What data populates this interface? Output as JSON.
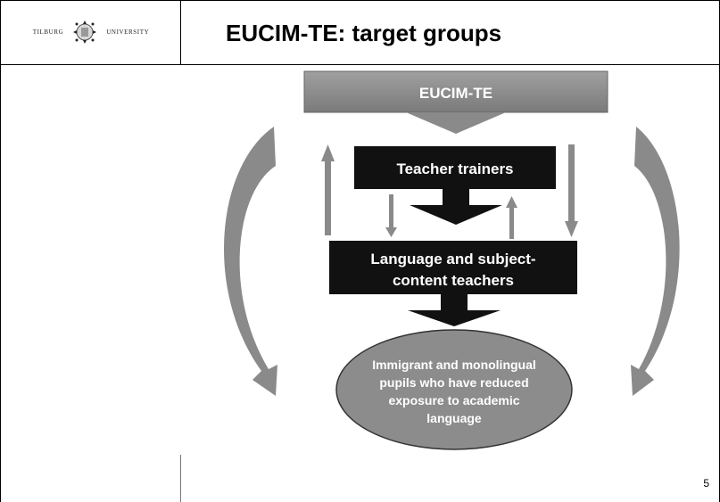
{
  "logo": {
    "left_text": "TILBURG",
    "right_text": "UNIVERSITY"
  },
  "slide": {
    "title": "EUCIM-TE: target groups",
    "page_number": "5"
  },
  "diagram": {
    "top_box": "EUCIM-TE",
    "middle_box": "Teacher trainers",
    "lower_box_line1": "Language and subject-",
    "lower_box_line2": "content teachers",
    "ellipse_lines": [
      "Immigrant and monolingual",
      "pupils who have reduced",
      "exposure to academic",
      "language"
    ],
    "colors": {
      "box_dark": "#111111",
      "box_gray": "#8a8a8a",
      "ellipse": "#8c8c8c",
      "arrow": "#8a8a8a"
    }
  }
}
